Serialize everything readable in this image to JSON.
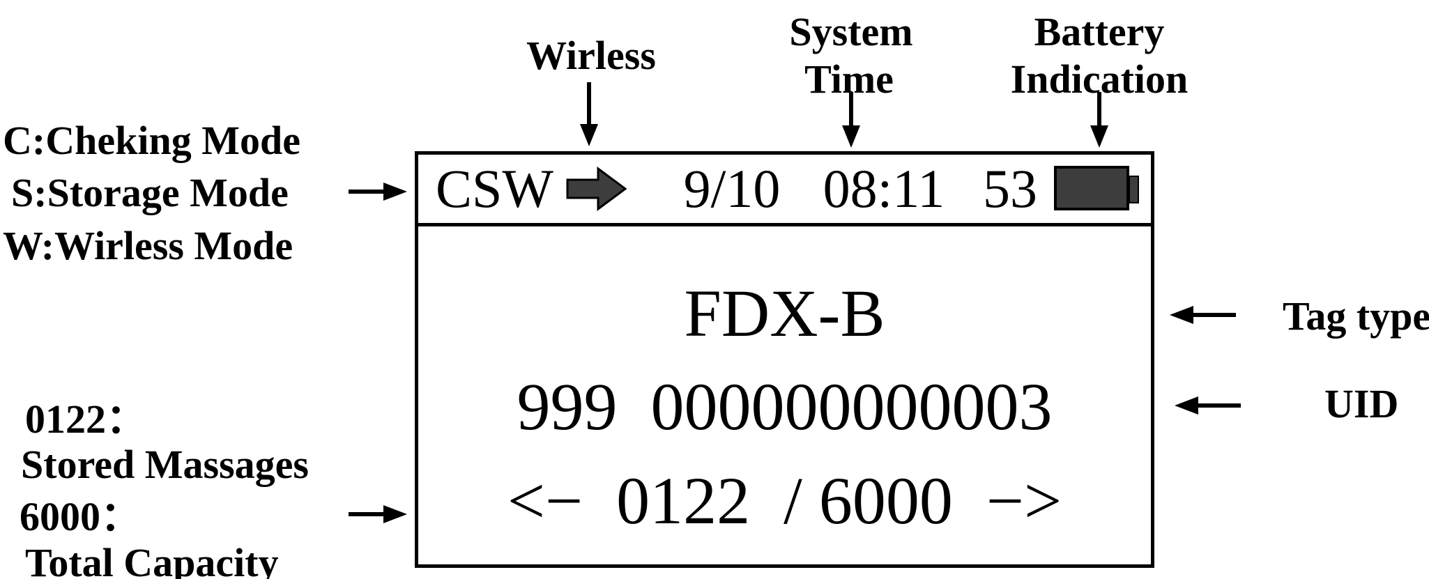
{
  "colors": {
    "background": "#ffffff",
    "ink": "#000000",
    "icon_fill": "#3d3d3d"
  },
  "callouts": {
    "wireless": "Wirless",
    "system_time": {
      "line1": "System",
      "line2": "Time"
    },
    "battery_indication": {
      "line1": "Battery",
      "line2": "Indication"
    },
    "modes": {
      "checking": "C:Cheking Mode",
      "storage": "S:Storage Mode",
      "wireless": "W:Wirless Mode"
    },
    "messages": {
      "stored_value": "0122：",
      "stored_label": "Stored Massages",
      "capacity_value": "6000：",
      "capacity_label": "Total Capacity"
    },
    "tag_type": "Tag type",
    "uid": "UID"
  },
  "screen": {
    "status_bar": {
      "mode_flags": "CSW",
      "date": "9/10",
      "time": "08:11",
      "battery_percent": "53"
    },
    "tag_type": "FDX-B",
    "uid": "999  000000000003",
    "counter": "<−  0122  / 6000  −>"
  },
  "icons": {
    "mode_arrow": "right-block-arrow-icon",
    "battery": "battery-level-icon"
  }
}
